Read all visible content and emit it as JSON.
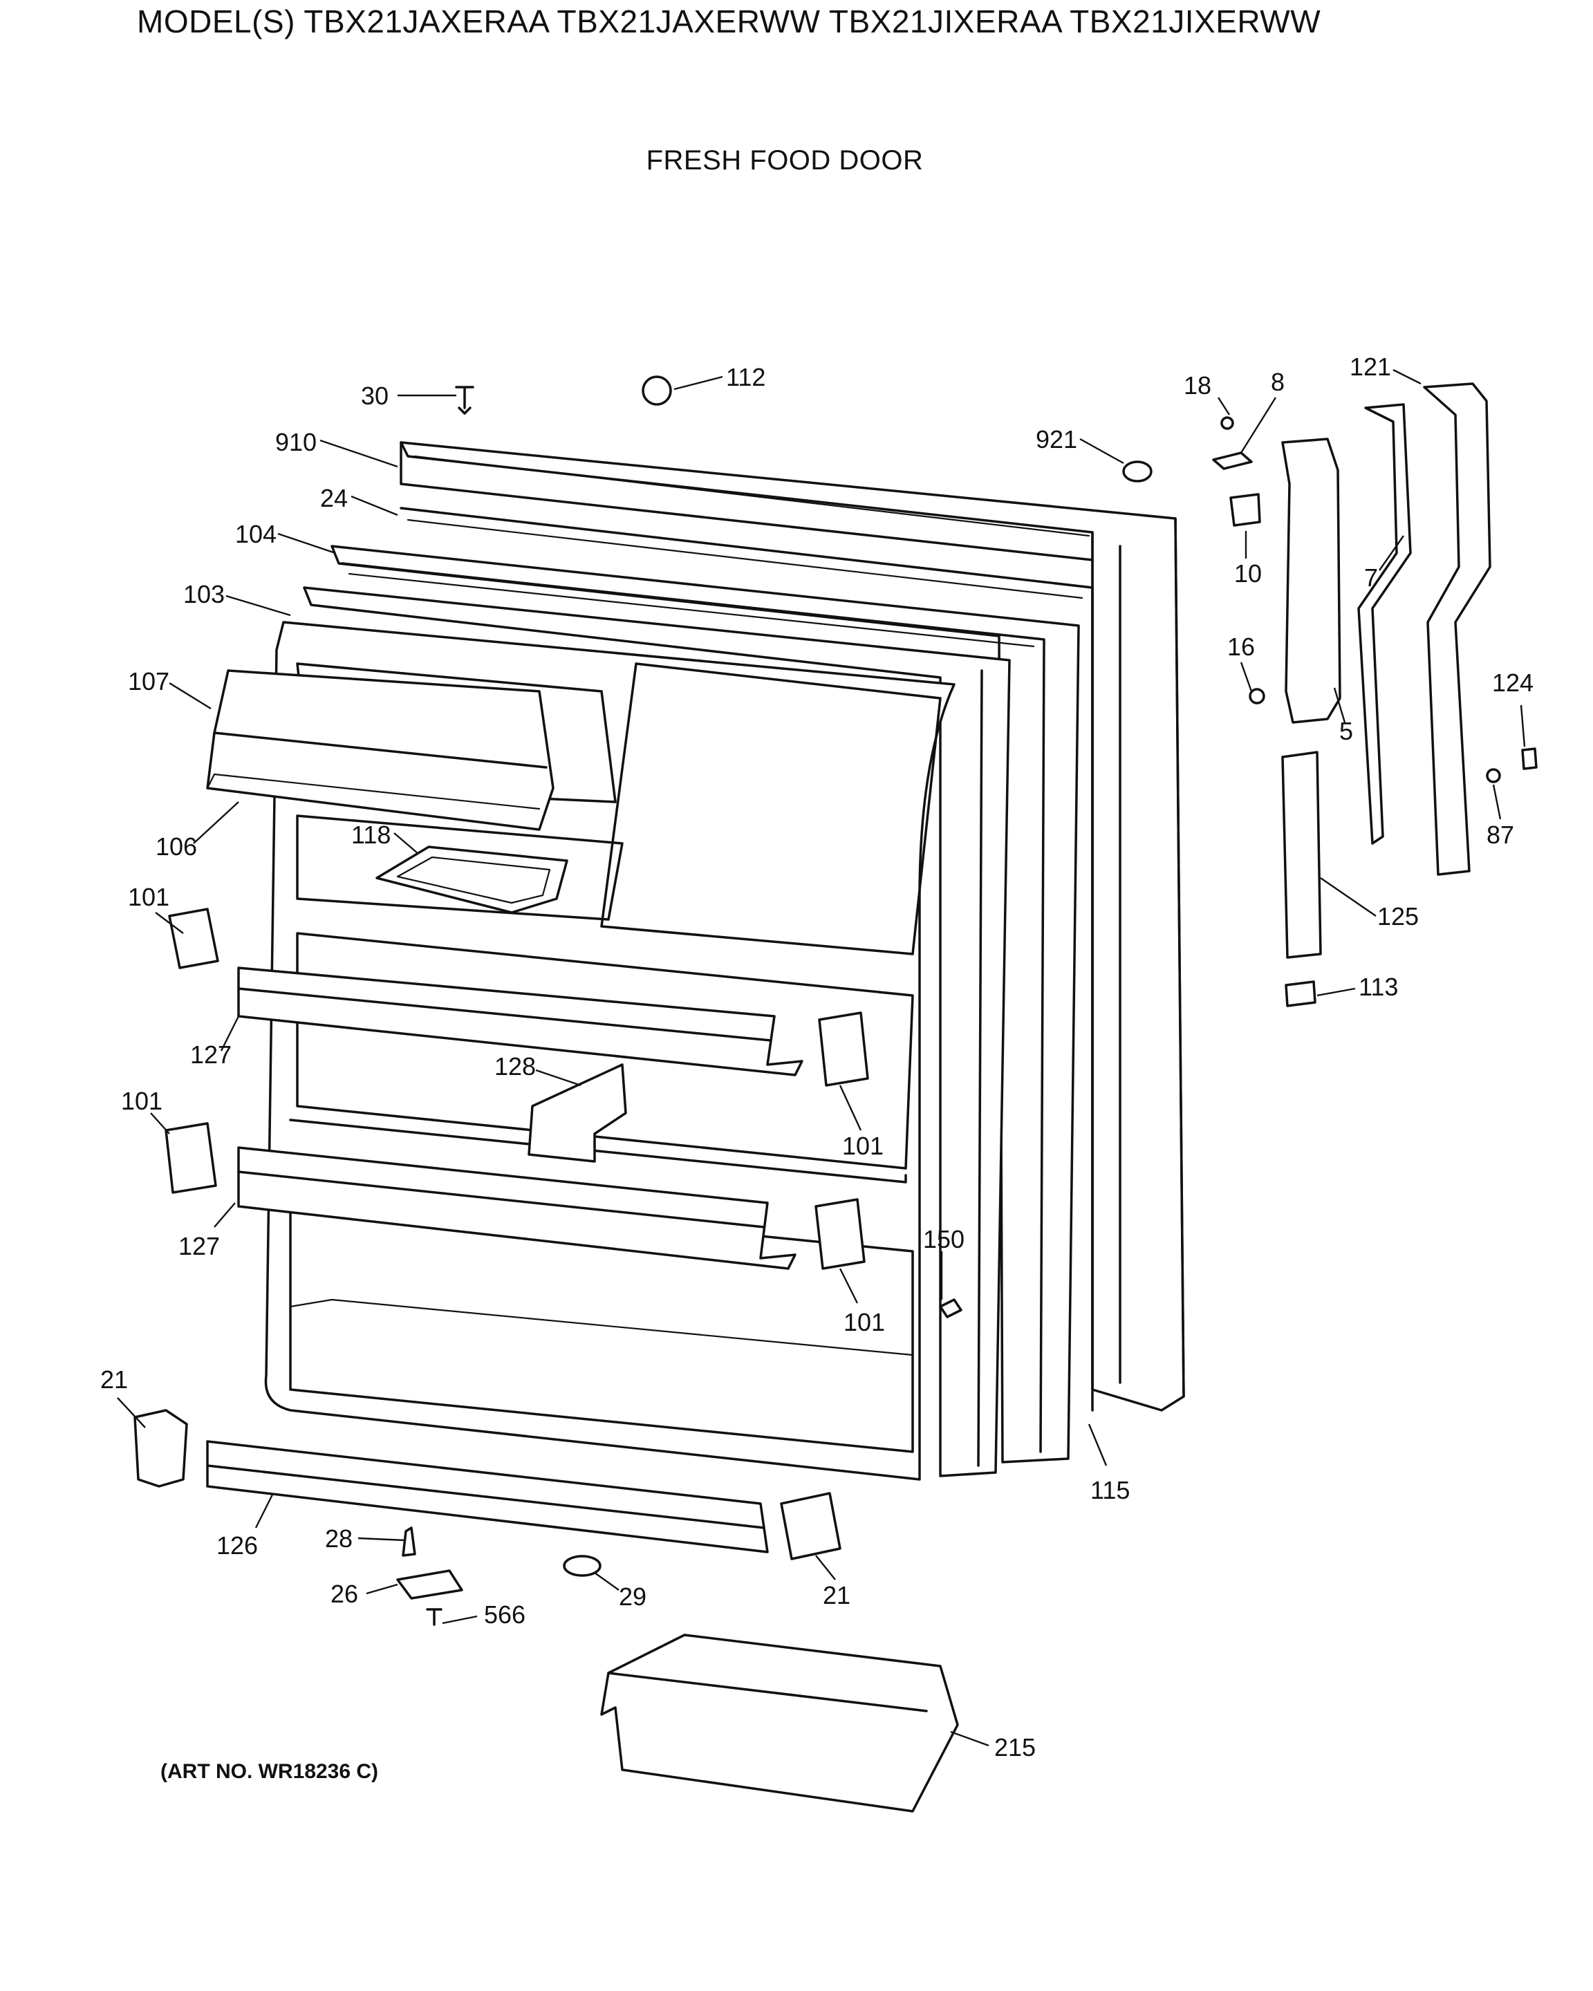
{
  "header": {
    "models": "MODEL(S) TBX21JAXERAA  TBX21JAXERWW  TBX21JIXERAA  TBX21JIXERWW"
  },
  "section_title": "FRESH FOOD DOOR",
  "art_number": "(ART NO. WR18236 C)",
  "callouts": {
    "c30": "30",
    "c112": "112",
    "c910": "910",
    "c921": "921",
    "c18": "18",
    "c8": "8",
    "c121": "121",
    "c24": "24",
    "c104": "104",
    "c10": "10",
    "c103": "103",
    "c7": "7",
    "c107": "107",
    "c16": "16",
    "c124": "124",
    "c5": "5",
    "c106": "106",
    "c118": "118",
    "c87": "87",
    "c101a": "101",
    "c125": "125",
    "c113": "113",
    "c127a": "127",
    "c128": "128",
    "c101b": "101",
    "c101c": "101",
    "c127b": "127",
    "c150": "150",
    "c101d": "101",
    "c21a": "21",
    "c115": "115",
    "c126": "126",
    "c28": "28",
    "c21b": "21",
    "c26": "26",
    "c29": "29",
    "c566": "566",
    "c215": "215"
  }
}
